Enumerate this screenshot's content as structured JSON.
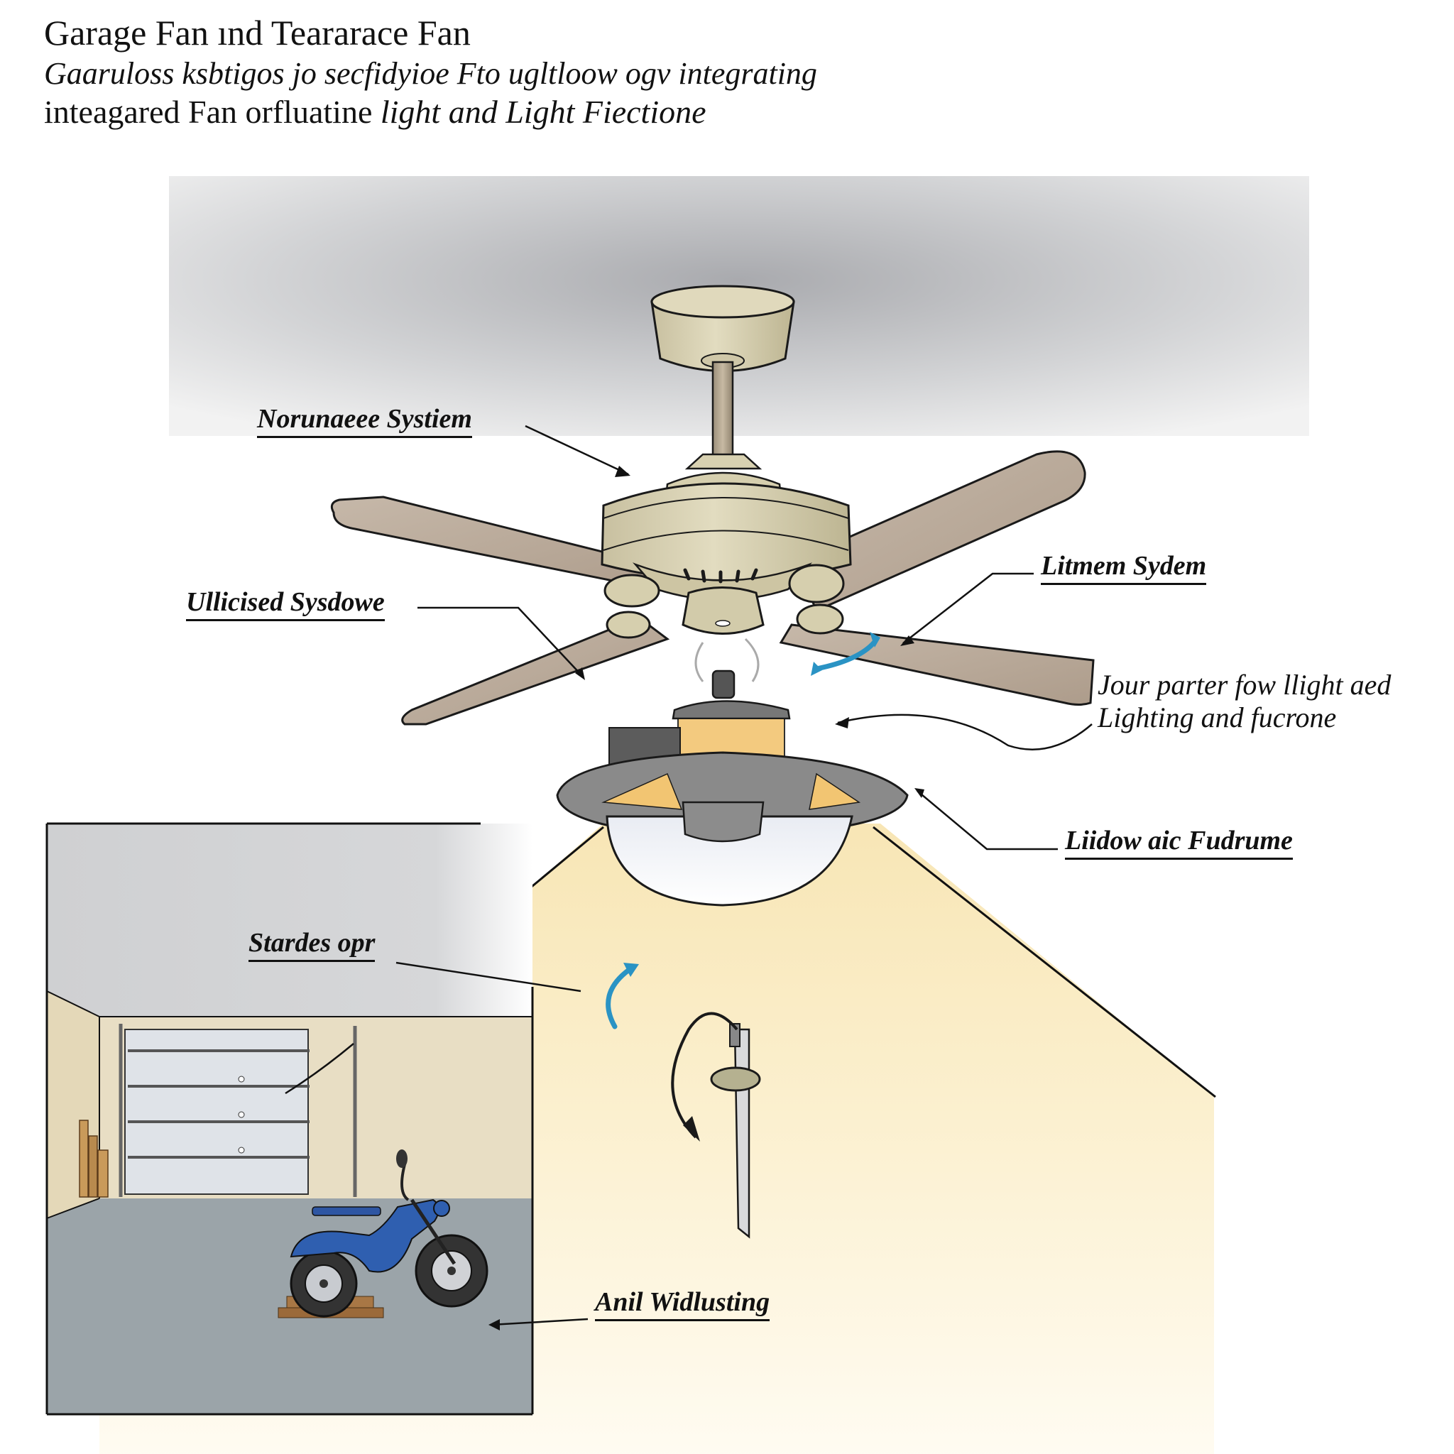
{
  "header": {
    "title": "Garage Fan ınd Teararace Fan",
    "subtitle_line1": "Gaaruloss ksbtigos jo secfidyioe Fto ugltloow ogv integrating",
    "subtitle_line2_regular": "inteagared Fan orfluatine",
    "subtitle_line2_italic": "light and Light Fiectione"
  },
  "labels": {
    "normal_system": "Norunaeee Systiem",
    "ullicised": "Ullicised Sysdowe",
    "litmem": "Litmem Sydem",
    "jour_line1": "Jour parter fow llight aed",
    "jour_line2": "Lighting and fucrone",
    "liidow": "Liidow aic Fudrume",
    "stardes": "Stardes opr",
    "anil": "Anil Widlusting"
  },
  "colors": {
    "ceiling": "#c9cacd",
    "fan_body": "#d8d2b4",
    "blade": "#b9a999",
    "outline": "#1a1a1a",
    "light_cone": "#fbefc8",
    "glow_yellow": "#f2c572",
    "arrow_blue": "#2a93c4",
    "garage_wall": "#e6dcc2",
    "garage_floor": "#9aa3a8",
    "motorcycle_blue": "#2f5fb0"
  }
}
